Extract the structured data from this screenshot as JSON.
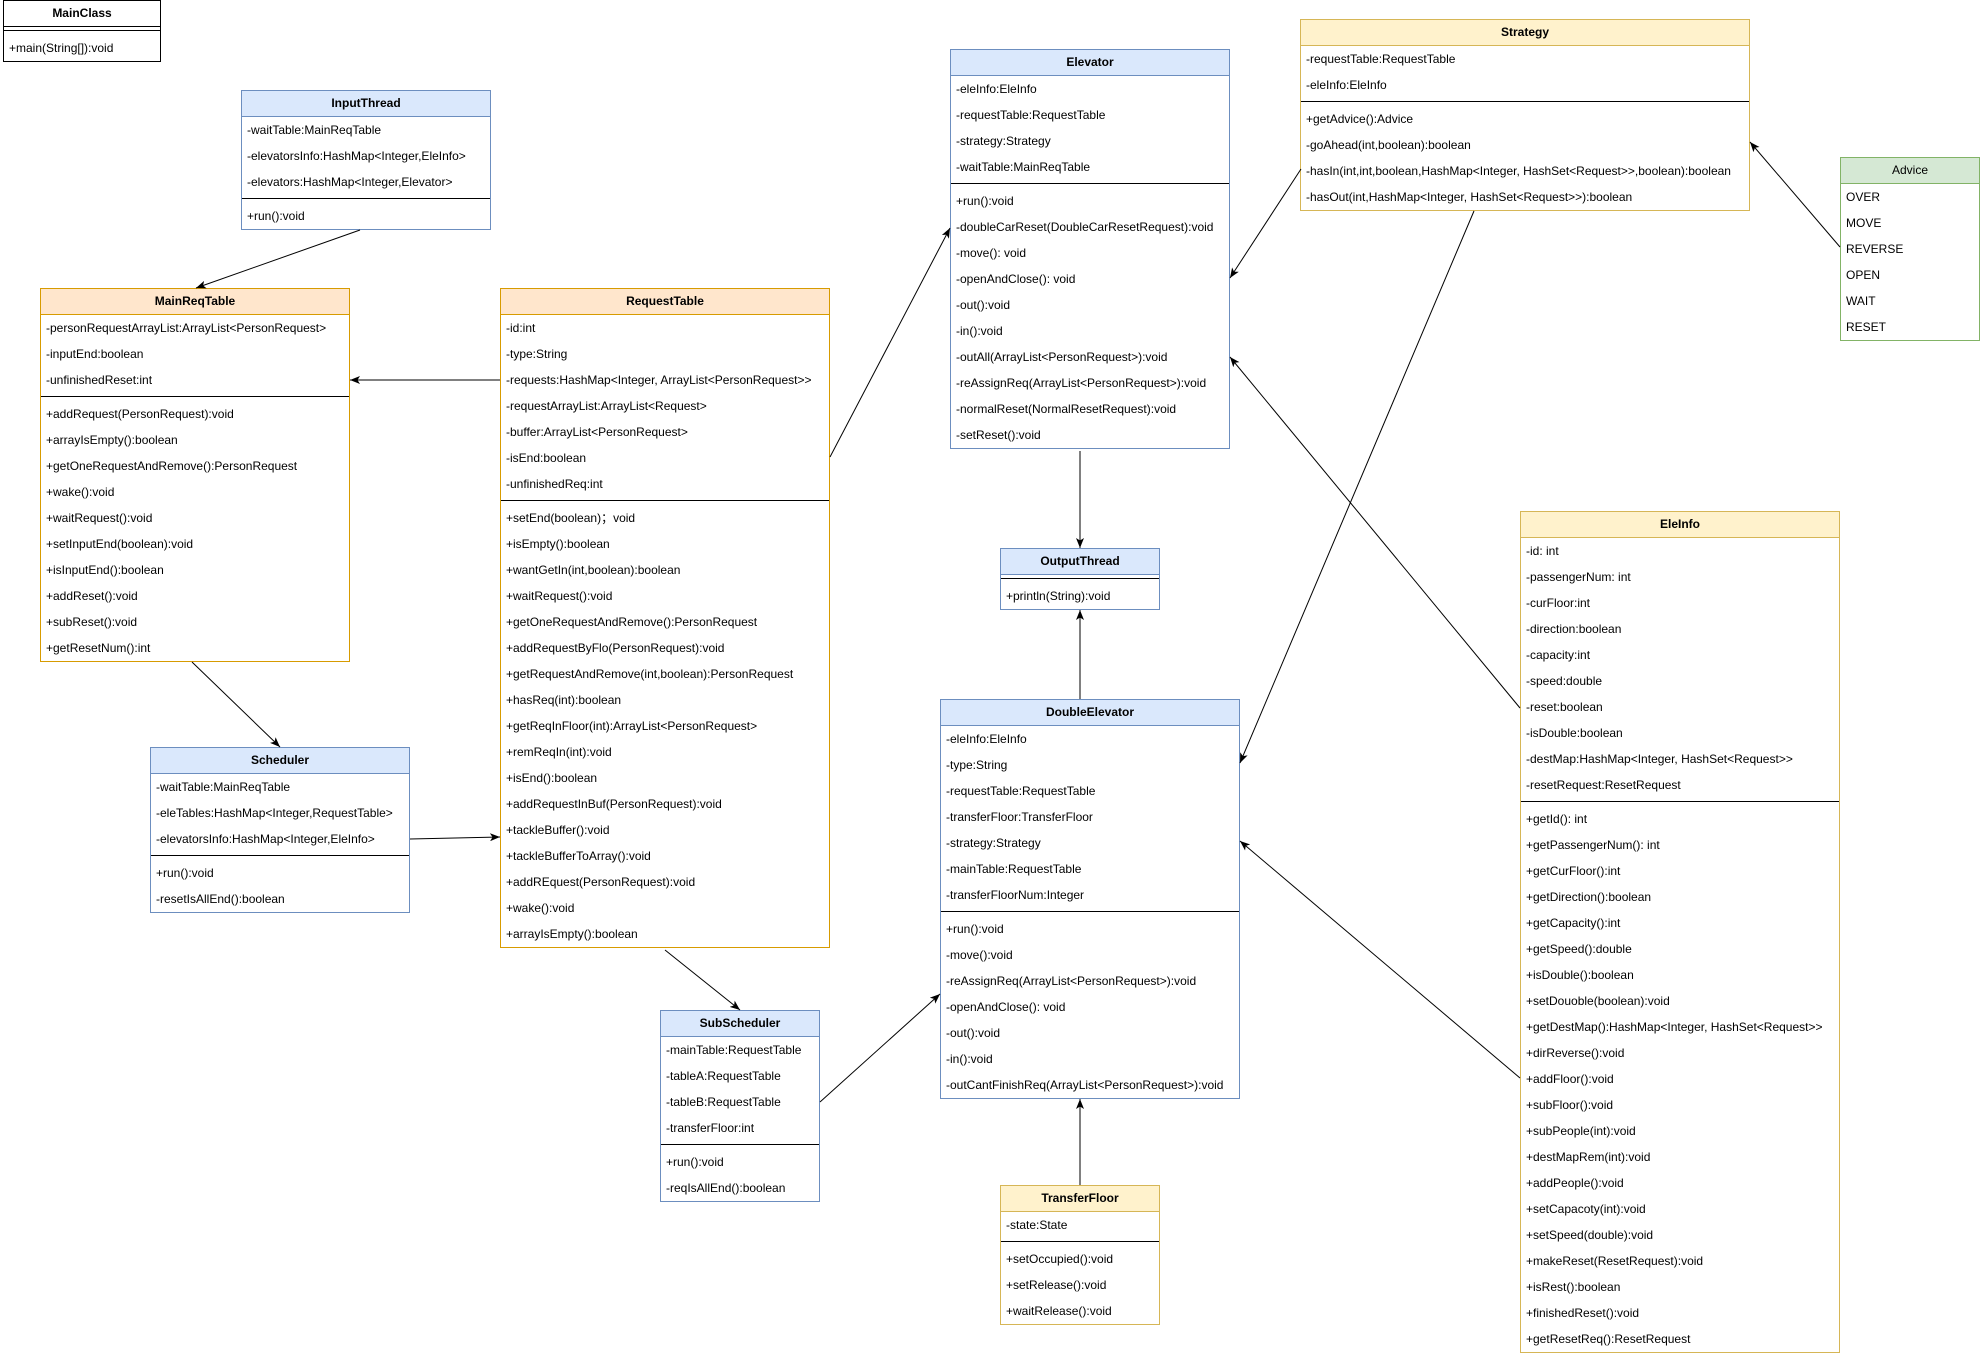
{
  "classes": [
    {
      "name": "MainClass",
      "header_fill": "#ffffff",
      "border": "#000000",
      "attributes": [],
      "methods": [
        "+main(String[]):void"
      ]
    },
    {
      "name": "InputThread",
      "header_fill": "#dae8fc",
      "border": "#6c8ebf",
      "attributes": [
        "-waitTable:MainReqTable",
        "-elevatorsInfo:HashMap<Integer,EleInfo>",
        "-elevators:HashMap<Integer,Elevator>"
      ],
      "methods": [
        "+run():void"
      ]
    },
    {
      "name": "MainReqTable",
      "header_fill": "#ffe6cc",
      "border": "#d79b00",
      "attributes": [
        "-personRequestArrayList:ArrayList<PersonRequest>",
        "-inputEnd:boolean",
        "-unfinishedReset:int"
      ],
      "methods": [
        "+addRequest(PersonRequest):void",
        "+arrayIsEmpty():boolean",
        "+getOneRequestAndRemove():PersonRequest",
        "+wake():void",
        "+waitRequest():void",
        "+setInputEnd(boolean):void",
        "+isInputEnd():boolean",
        "+addReset():void",
        "+subReset():void",
        "+getResetNum():int"
      ]
    },
    {
      "name": "RequestTable",
      "header_fill": "#ffe6cc",
      "border": "#d79b00",
      "attributes": [
        "-id:int",
        "-type:String",
        "-requests:HashMap<Integer, ArrayList<PersonRequest>>",
        "-requestArrayList:ArrayList<Request>",
        "-buffer:ArrayList<PersonRequest>",
        "-isEnd:boolean",
        "-unfinishedReq:int"
      ],
      "methods": [
        "+setEnd(boolean)；void",
        "+isEmpty():boolean",
        "+wantGetIn(int,boolean):boolean",
        "+waitRequest():void",
        "+getOneRequestAndRemove():PersonRequest",
        "+addRequestByFlo(PersonRequest):void",
        "+getRequestAndRemove(int,boolean):PersonRequest",
        "+hasReq(int):boolean",
        "+getReqInFloor(int):ArrayList<PersonRequest>",
        "+remReqIn(int):void",
        "+isEnd():boolean",
        "+addRequestInBuf(PersonRequest):void",
        "+tackleBuffer():void",
        "+tackleBufferToArray():void",
        "+addREquest(PersonRequest):void",
        "+wake():void",
        "+arrayIsEmpty():boolean"
      ]
    },
    {
      "name": "Scheduler",
      "header_fill": "#dae8fc",
      "border": "#6c8ebf",
      "attributes": [
        "-waitTable:MainReqTable",
        "-eleTables:HashMap<Integer,RequestTable>",
        "-elevatorsInfo:HashMap<Integer,EleInfo>"
      ],
      "methods": [
        "+run():void",
        "-resetIsAllEnd():boolean"
      ]
    },
    {
      "name": "SubScheduler",
      "header_fill": "#dae8fc",
      "border": "#6c8ebf",
      "attributes": [
        "-mainTable:RequestTable",
        "-tableA:RequestTable",
        "-tableB:RequestTable",
        "-transferFloor:int"
      ],
      "methods": [
        "+run():void",
        "-reqIsAllEnd():boolean"
      ]
    },
    {
      "name": "Elevator",
      "header_fill": "#dae8fc",
      "border": "#6c8ebf",
      "attributes": [
        "-eleInfo:EleInfo",
        "-requestTable:RequestTable",
        "-strategy:Strategy",
        "-waitTable:MainReqTable"
      ],
      "methods": [
        "+run():void",
        "-doubleCarReset(DoubleCarResetRequest):void",
        "-move(): void",
        "-openAndClose(): void",
        "-out():void",
        "-in():void",
        "-outAll(ArrayList<PersonRequest>):void",
        "-reAssignReq(ArrayList<PersonRequest>):void",
        "-normalReset(NormalResetRequest):void",
        "-setReset():void"
      ]
    },
    {
      "name": "OutputThread",
      "header_fill": "#dae8fc",
      "border": "#6c8ebf",
      "attributes": [],
      "methods": [
        "+println(String):void"
      ]
    },
    {
      "name": "DoubleElevator",
      "header_fill": "#dae8fc",
      "border": "#6c8ebf",
      "attributes": [
        "-eleInfo:EleInfo",
        "-type:String",
        "-requestTable:RequestTable",
        "-transferFloor:TransferFloor",
        "-strategy:Strategy",
        "-mainTable:RequestTable",
        "-transferFloorNum:Integer"
      ],
      "methods": [
        "+run():void",
        "-move():void",
        "-reAssignReq(ArrayList<PersonRequest>):void",
        "-openAndClose(): void",
        "-out():void",
        "-in():void",
        "-outCantFinishReq(ArrayList<PersonRequest>):void"
      ]
    },
    {
      "name": "TransferFloor",
      "header_fill": "#fff2cc",
      "border": "#d6b656",
      "attributes": [
        "-state:State"
      ],
      "methods": [
        "+setOccupied():void",
        "+setRelease():void",
        "+waitRelease():void"
      ]
    },
    {
      "name": "Strategy",
      "header_fill": "#fff2cc",
      "border": "#d6b656",
      "attributes": [
        "-requestTable:RequestTable",
        "-eleInfo:EleInfo"
      ],
      "methods": [
        "+getAdvice():Advice",
        "-goAhead(int,boolean):boolean",
        "-hasIn(int,int,boolean,HashMap<Integer, HashSet<Request>>,boolean):boolean",
        "-hasOut(int,HashMap<Integer, HashSet<Request>>):boolean"
      ]
    },
    {
      "name": "EleInfo",
      "header_fill": "#fff2cc",
      "border": "#d6b656",
      "attributes": [
        "-id: int",
        "-passengerNum: int",
        "-curFloor:int",
        "-direction:boolean",
        "-capacity:int",
        "-speed:double",
        "-reset:boolean",
        "-isDouble:boolean",
        "-destMap:HashMap<Integer, HashSet<Request>>",
        "-resetRequest:ResetRequest"
      ],
      "methods": [
        "+getId(): int",
        "+getPassengerNum(): int",
        "+getCurFloor():int",
        "+getDirection():boolean",
        "+getCapacity():int",
        "+getSpeed():double",
        "+isDouble():boolean",
        "+setDouoble(boolean):void",
        "+getDestMap():HashMap<Integer, HashSet<Request>>",
        "+dirReverse():void",
        "+addFloor():void",
        "+subFloor():void",
        "+subPeople(int):void",
        "+destMapRem(int):void",
        "+addPeople():void",
        "+setCapacoty(int):void",
        "+setSpeed(double):void",
        "+makeReset(ResetRequest):void",
        "+isRest():boolean",
        "+finishedReset():void",
        "+getResetReq():ResetRequest"
      ]
    }
  ],
  "enumerations": [
    {
      "name": "Advice",
      "header_fill": "#d5e8d4",
      "border": "#82b366",
      "values": [
        "OVER",
        "MOVE",
        "REVERSE",
        "OPEN",
        "WAIT",
        "RESET"
      ]
    }
  ]
}
